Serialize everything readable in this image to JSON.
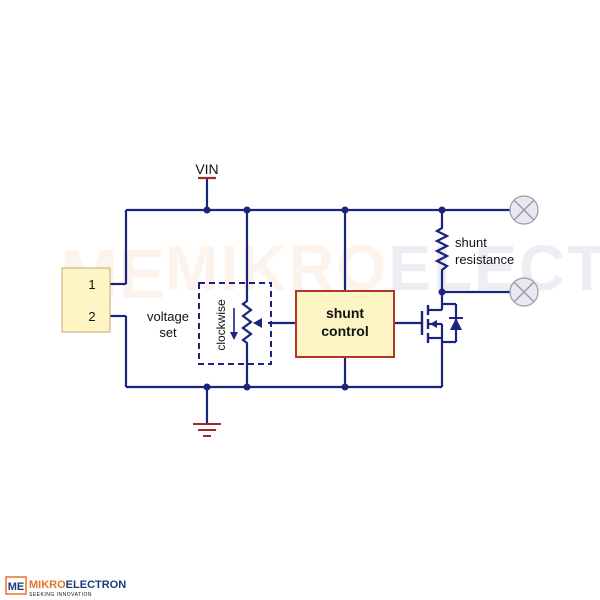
{
  "supply": {
    "label": "VIN"
  },
  "connector": {
    "pin1": "1",
    "pin2": "2"
  },
  "voltage_set": {
    "line1": "voltage",
    "line2": "set"
  },
  "potentiometer": {
    "direction_label": "clockwise"
  },
  "shunt_control": {
    "line1": "shunt",
    "line2": "control"
  },
  "shunt_resistance": {
    "line1": "shunt",
    "line2": "resistance"
  },
  "watermark": {
    "mark": "ME",
    "name_part1": "MIKRO",
    "name_part2": "ELECTRON",
    "tagline": "SEEKING INNOVATION"
  },
  "colors": {
    "wire": "#1a237e",
    "box_fill": "#fdf5c4",
    "box_border": "#b5342c",
    "supply_label": "#9c2a2a",
    "watermark_orange": "#e8702a",
    "watermark_blue": "#1b3a78"
  }
}
